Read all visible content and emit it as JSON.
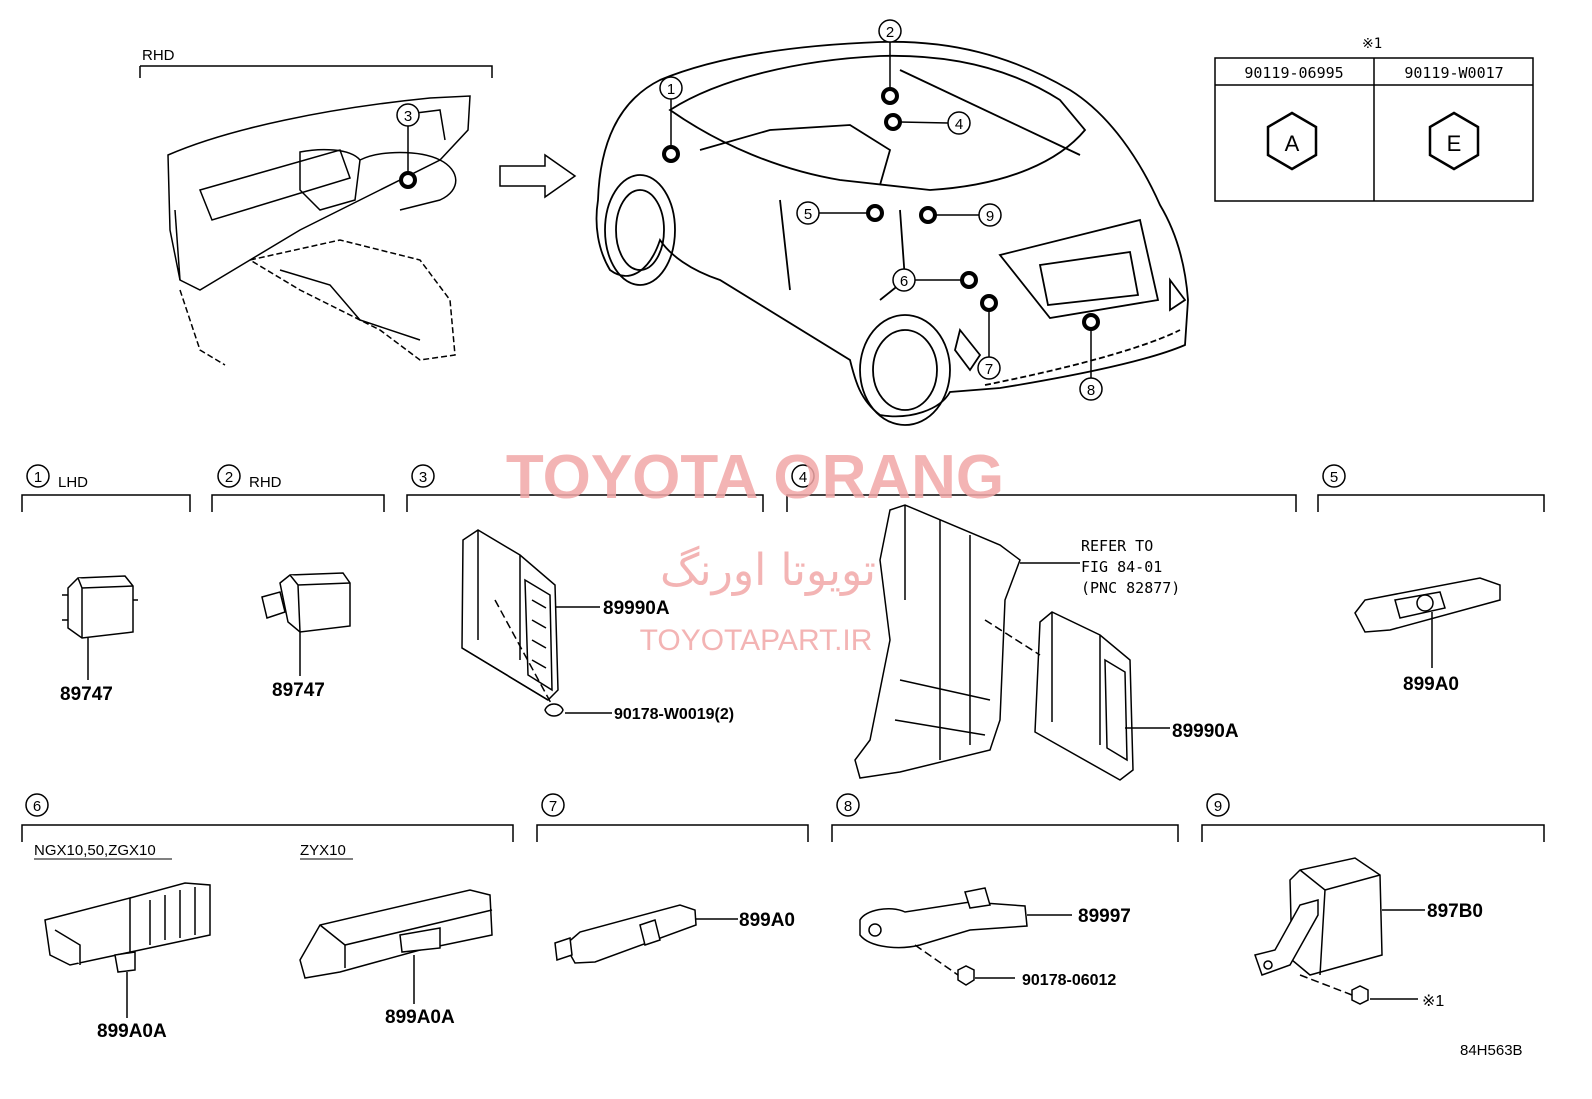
{
  "diagram_id": "84H563B",
  "watermark": {
    "title": "TOYOTA ORANG",
    "persian": "تویوتا اورنگ",
    "url": "TOYOTAPART.IR",
    "color": "#f2a7a7"
  },
  "overview": {
    "rhd_label": "RHD",
    "callouts": [
      "1",
      "2",
      "3",
      "4",
      "5",
      "6",
      "7",
      "8",
      "9"
    ]
  },
  "legend": {
    "note": "※1",
    "columns": [
      {
        "part": "90119-06995",
        "symbol": "A"
      },
      {
        "part": "90119-W0017",
        "symbol": "E"
      }
    ]
  },
  "sections": [
    {
      "num": "1",
      "tag": "LHD",
      "parts": [
        "89747"
      ]
    },
    {
      "num": "2",
      "tag": "RHD",
      "parts": [
        "89747"
      ]
    },
    {
      "num": "3",
      "tag": "",
      "parts": [
        "89990A",
        "90178-W0019(2)"
      ]
    },
    {
      "num": "4",
      "tag": "",
      "parts": [
        "89990A"
      ],
      "note": [
        "REFER TO",
        "FIG 84-01",
        "(PNC 82877)"
      ]
    },
    {
      "num": "5",
      "tag": "",
      "parts": [
        "899A0"
      ]
    },
    {
      "num": "6",
      "tag": "",
      "parts": [
        "899A0A",
        "899A0A"
      ],
      "variants": [
        "NGX10,50,ZGX10",
        "ZYX10"
      ]
    },
    {
      "num": "7",
      "tag": "",
      "parts": [
        "899A0"
      ]
    },
    {
      "num": "8",
      "tag": "",
      "parts": [
        "89997",
        "90178-06012"
      ]
    },
    {
      "num": "9",
      "tag": "",
      "parts": [
        "897B0",
        "※1"
      ]
    }
  ]
}
